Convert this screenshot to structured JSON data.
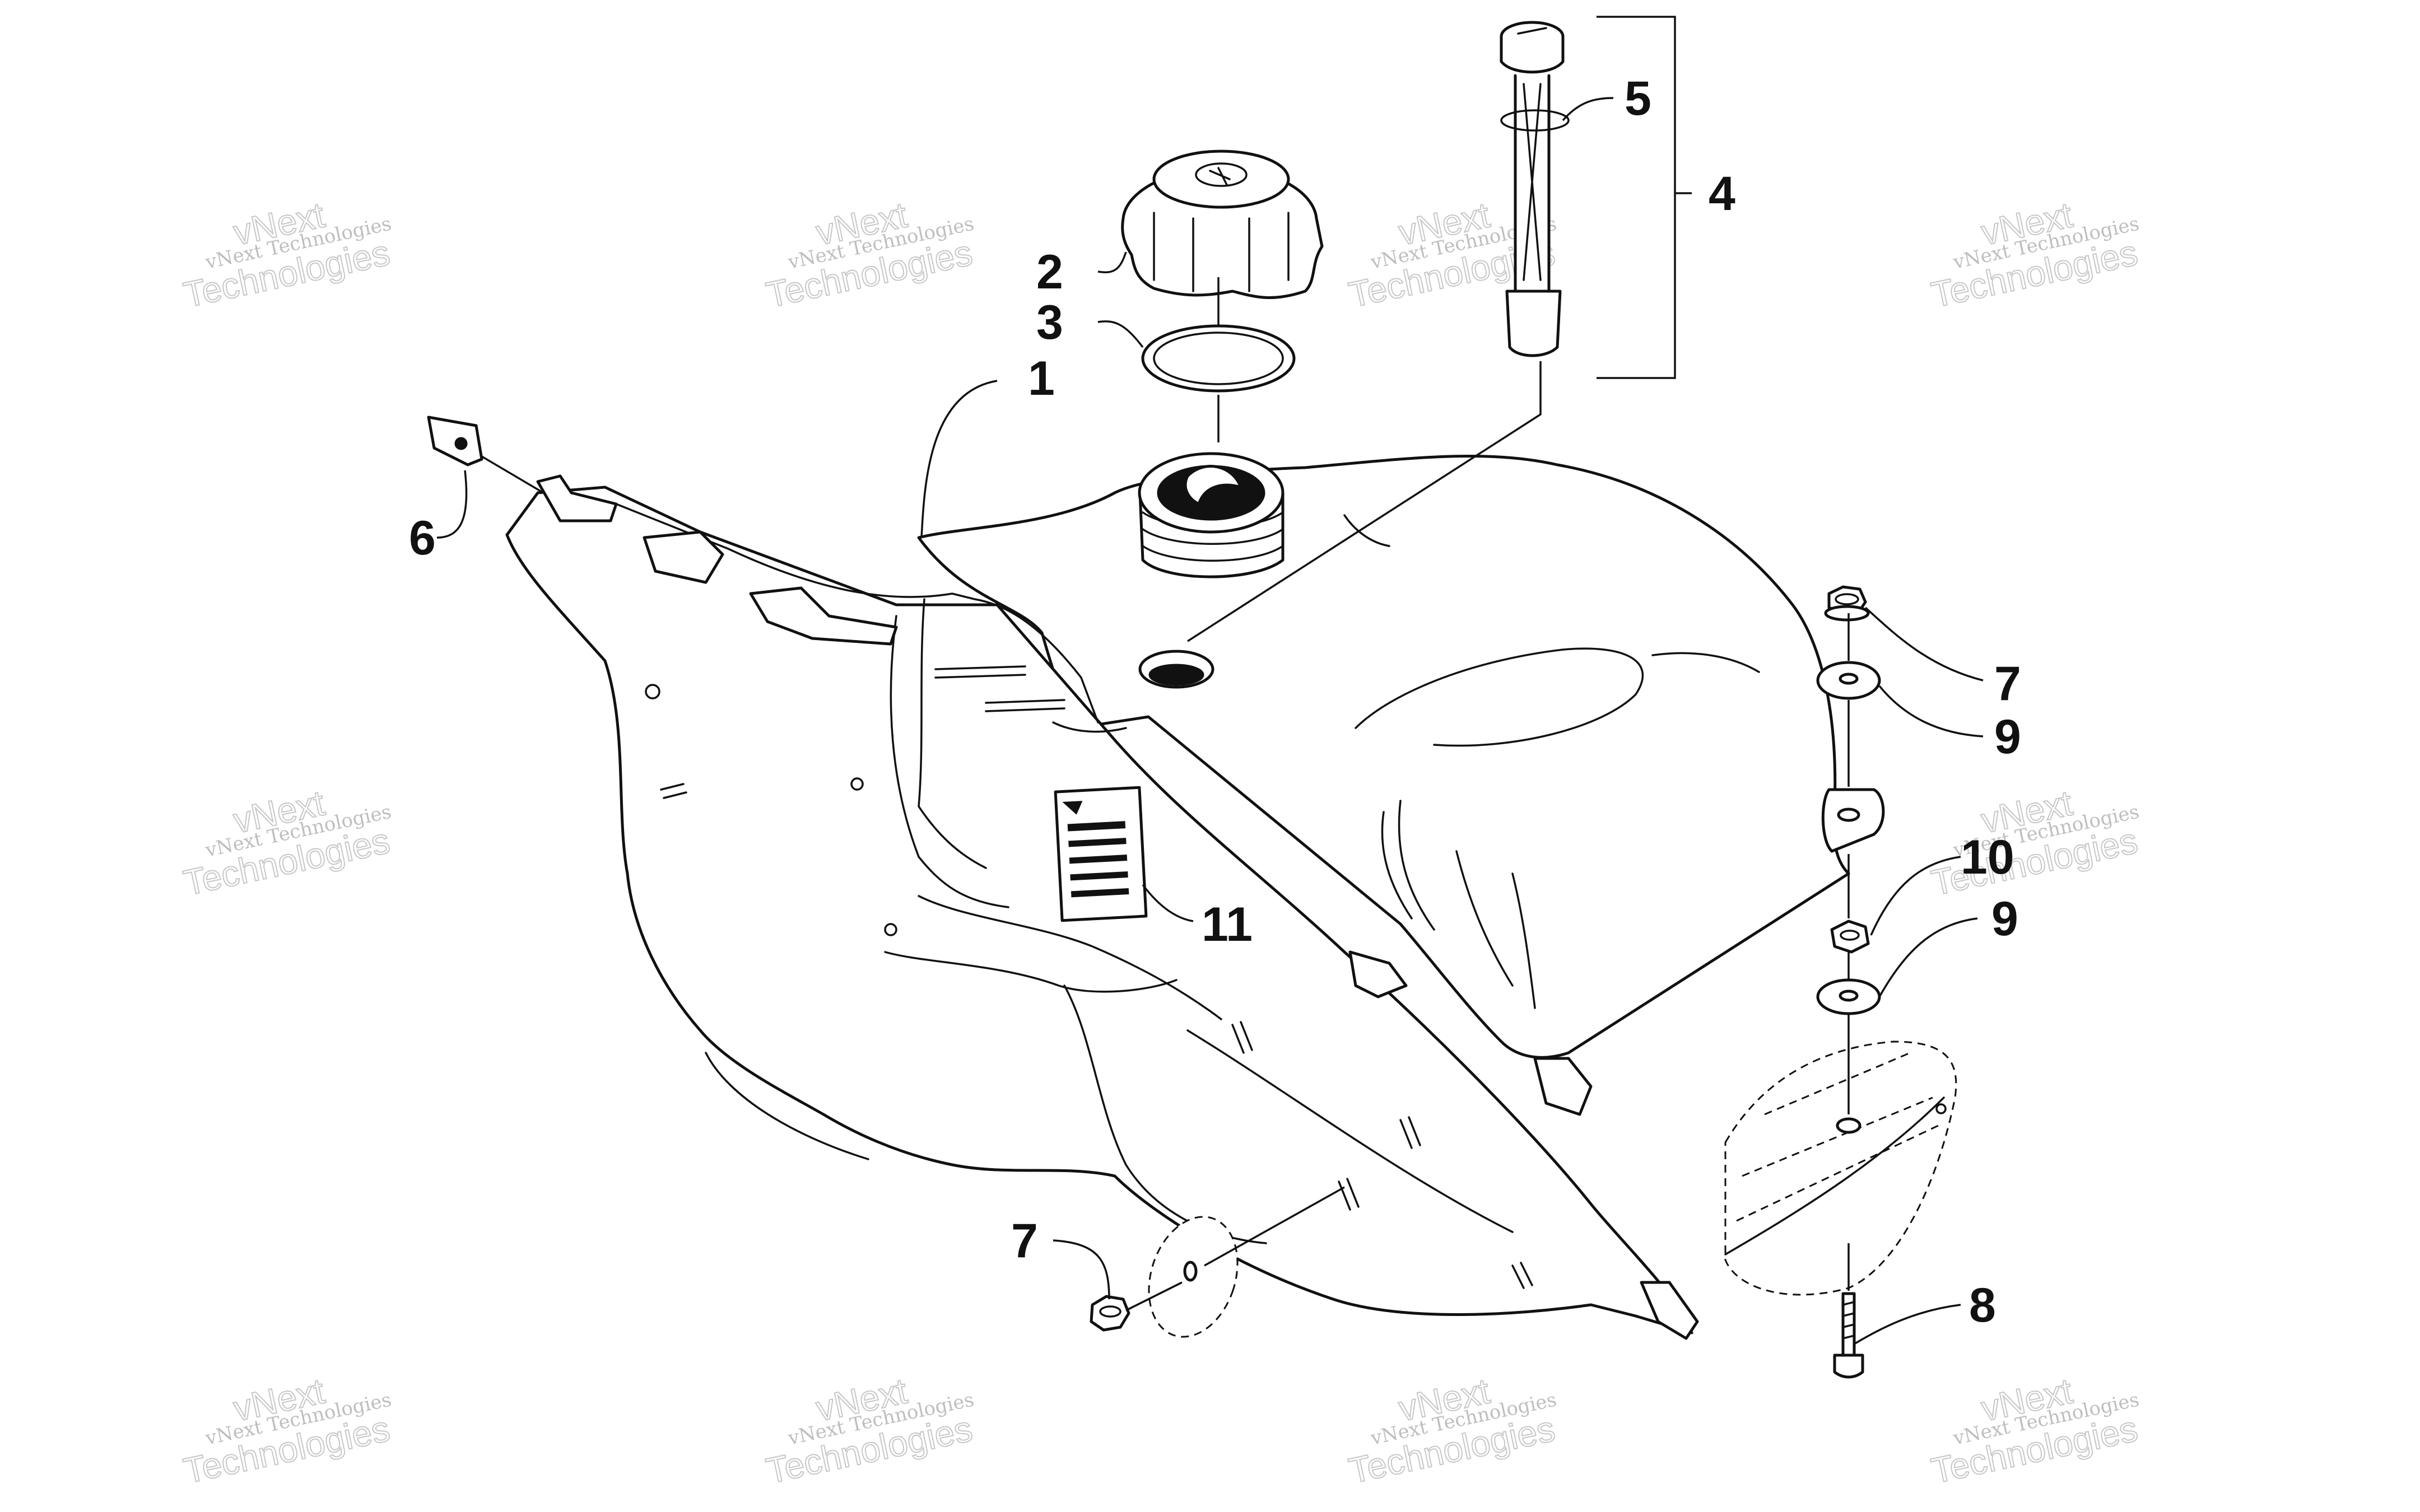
{
  "diagram": {
    "callouts": [
      {
        "id": "callout-1",
        "number": "1"
      },
      {
        "id": "callout-2",
        "number": "2"
      },
      {
        "id": "callout-3",
        "number": "3"
      },
      {
        "id": "callout-4",
        "number": "4"
      },
      {
        "id": "callout-5",
        "number": "5"
      },
      {
        "id": "callout-6",
        "number": "6"
      },
      {
        "id": "callout-7a",
        "number": "7"
      },
      {
        "id": "callout-7b",
        "number": "7"
      },
      {
        "id": "callout-8",
        "number": "8"
      },
      {
        "id": "callout-9a",
        "number": "9"
      },
      {
        "id": "callout-9b",
        "number": "9"
      },
      {
        "id": "callout-10",
        "number": "10"
      },
      {
        "id": "callout-11",
        "number": "11"
      }
    ],
    "watermark": {
      "line1": "vNext Technologies",
      "line2a": "vNext",
      "line2b": "Technologies"
    }
  }
}
